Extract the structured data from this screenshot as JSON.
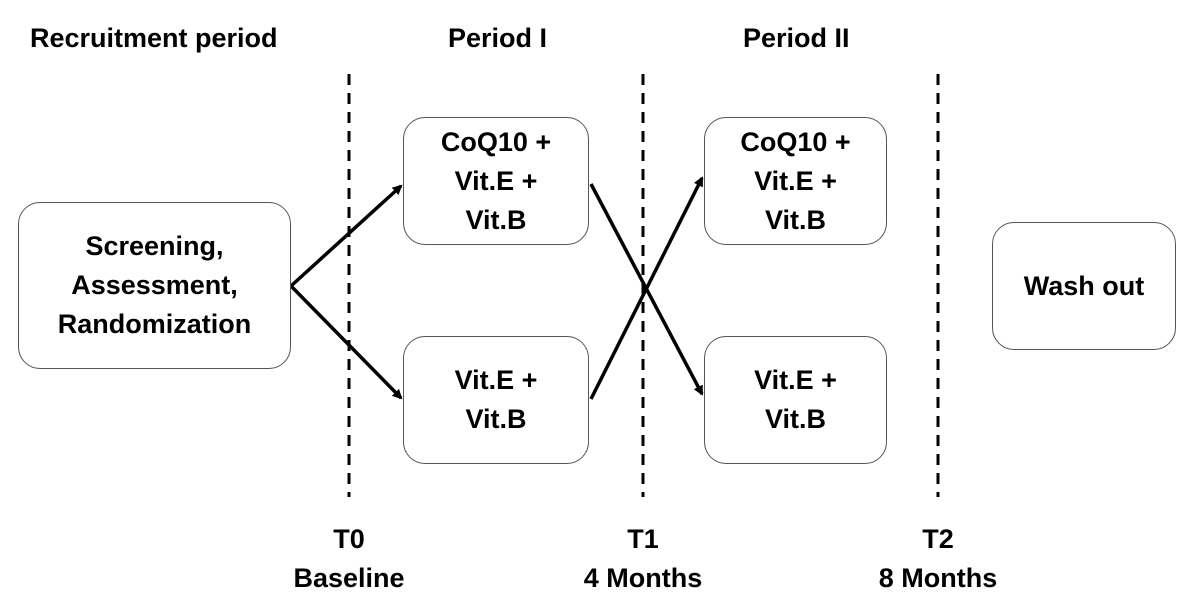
{
  "headers": {
    "recruitment": "Recruitment period",
    "period1": "Period I",
    "period2": "Period II"
  },
  "screening_box": {
    "lines": [
      "Screening,",
      "Assessment,",
      "Randomization"
    ]
  },
  "period1_boxes": {
    "top": [
      "CoQ10 +",
      "Vit.E +",
      "Vit.B"
    ],
    "bottom": [
      "Vit.E +",
      "Vit.B"
    ]
  },
  "period2_boxes": {
    "top": [
      "CoQ10 +",
      "Vit.E +",
      "Vit.B"
    ],
    "bottom": [
      "Vit.E +",
      "Vit.B"
    ]
  },
  "washout_box": {
    "label": "Wash out"
  },
  "timepoints": [
    {
      "label": "T0",
      "time": "Baseline"
    },
    {
      "label": "T1",
      "time": "4 Months"
    },
    {
      "label": "T2",
      "time": "8 Months"
    }
  ]
}
